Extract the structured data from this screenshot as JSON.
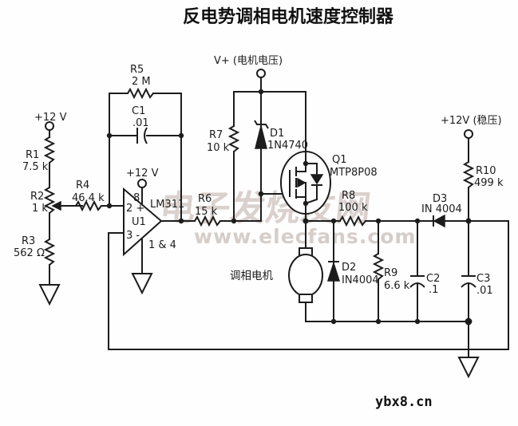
{
  "title": "反电势调相电机速度控制器",
  "supplies": {
    "left": "+12 V",
    "opamp": "+12 V",
    "motor_bus": "V+ (电机电压)",
    "regulated": "+12V (稳压)"
  },
  "opamp": {
    "ref": "U1",
    "part": "LM311",
    "pin_power": "8",
    "pin_noninverting": "2 +",
    "pin_inverting": "3 -",
    "pins_ground": "1 & 4"
  },
  "transistor": {
    "ref": "Q1",
    "part": "MTP8P08"
  },
  "motor": {
    "label": "调相电机"
  },
  "resistors": [
    {
      "ref": "R1",
      "value": "7.5 k"
    },
    {
      "ref": "R2",
      "value": "1 k"
    },
    {
      "ref": "R3",
      "value": "562 Ω"
    },
    {
      "ref": "R4",
      "value": "46.4 k"
    },
    {
      "ref": "R5",
      "value": "2 M"
    },
    {
      "ref": "R6",
      "value": "15 k"
    },
    {
      "ref": "R7",
      "value": "10 k"
    },
    {
      "ref": "R8",
      "value": "100 k"
    },
    {
      "ref": "R9",
      "value": "6.6 k"
    },
    {
      "ref": "R10",
      "value": "499 k"
    }
  ],
  "capacitors": [
    {
      "ref": "C1",
      "value": ".01"
    },
    {
      "ref": "C2",
      "value": ".1"
    },
    {
      "ref": "C3",
      "value": ".01"
    }
  ],
  "diodes": [
    {
      "ref": "D1",
      "value": "1N4740"
    },
    {
      "ref": "D2",
      "value": "IN4004"
    },
    {
      "ref": "D3",
      "value": "IN 4004"
    }
  ],
  "watermark": {
    "site_name": "电子发烧友网",
    "site_url": "www.elecfans.com",
    "corner_brand": "ybx8.cn"
  },
  "colors": {
    "ink": "#1c1c1c",
    "paper": "#ffffff",
    "watermark": "#b7a69f"
  }
}
